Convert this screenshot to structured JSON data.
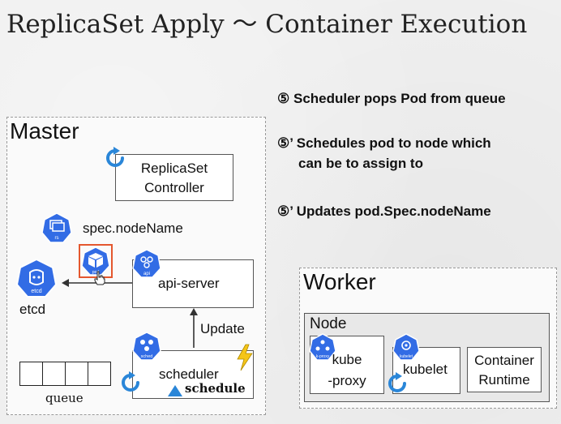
{
  "title": "ReplicaSet Apply 〜 Container Execution",
  "notes": [
    {
      "marker": "⑤",
      "line1": "Scheduler pops Pod from queue",
      "line2": ""
    },
    {
      "marker": "⑤’",
      "line1": "Schedules pod to node which",
      "line2": "can be to assign to"
    },
    {
      "marker": "⑤’",
      "line1": "Updates pod.Spec.nodeName",
      "line2": ""
    }
  ],
  "master": {
    "label": "Master",
    "replicaset_controller": {
      "line1": "ReplicaSet",
      "line2": "Controller"
    },
    "spec_label": "spec.nodeName",
    "etcd_label": "etcd",
    "api_server_label": "api-server",
    "update_label": "Update",
    "scheduler_label": "scheduler",
    "schedule_word": "schedule",
    "queue_label": "queue",
    "icon_texts": {
      "rs": "rs",
      "etcd": "etcd",
      "pod": "pod",
      "api": "api",
      "sched": "sched"
    }
  },
  "worker": {
    "label": "Worker",
    "node_label": "Node",
    "kube_proxy": {
      "line1": "kube",
      "line2": "-proxy"
    },
    "kubelet_label": "kubelet",
    "container_runtime": {
      "line1": "Container",
      "line2": "Runtime"
    },
    "icon_texts": {
      "proxy": "k-proxy",
      "kubelet": "kubelet"
    }
  },
  "colors": {
    "k8s_blue": "#326ce5",
    "highlight_red": "#e4572e",
    "lightning": "#f5c518",
    "arrow_blue": "#2a86d8"
  }
}
